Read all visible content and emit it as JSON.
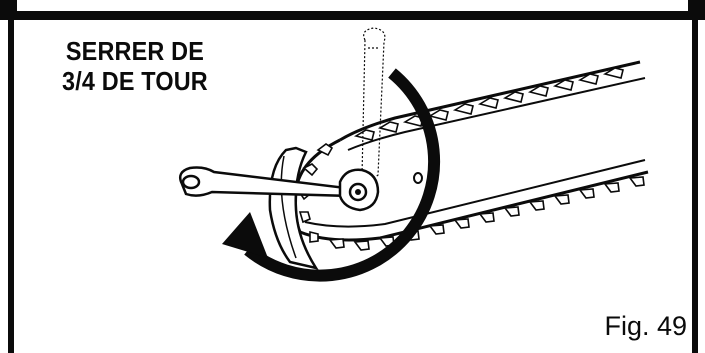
{
  "figure": {
    "instruction_lines": [
      "SERRER DE",
      "3/4 DE TOUR"
    ],
    "label": "Fig. 49"
  },
  "icons": {
    "wrench": "wrench-icon",
    "rotation_arrow": "rotation-arrow-icon",
    "guide_bar": "guide-bar-icon",
    "saw_chain": "saw-chain-icon",
    "bar_nut": "bar-nut-icon"
  },
  "colors": {
    "ink": "#0b0b0b",
    "paper": "#ffffff"
  }
}
